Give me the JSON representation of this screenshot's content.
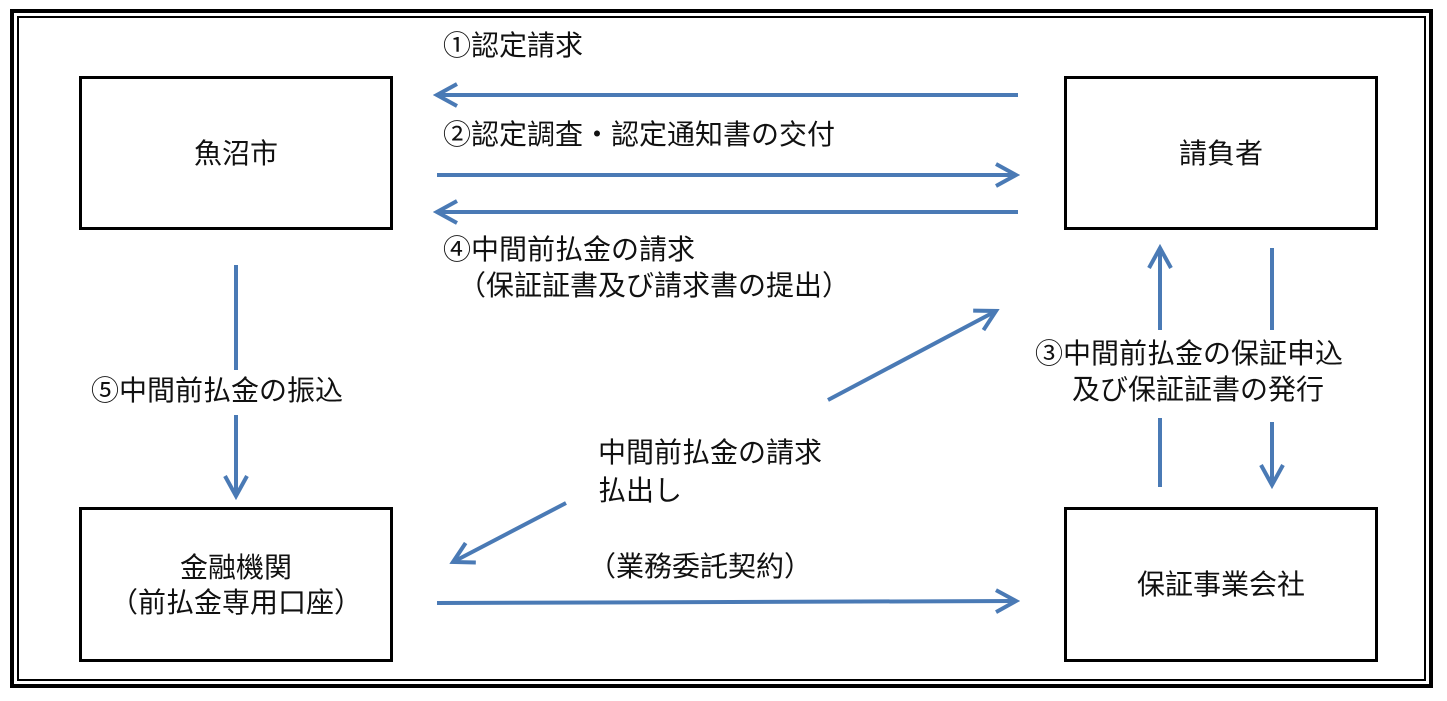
{
  "nodes": {
    "city": "魚沼市",
    "contractor": "請負者",
    "bank_line1": "金融機関",
    "bank_line2": "（前払金専用口座）",
    "guarantor": "保証事業会社"
  },
  "labels": {
    "step1": "①認定請求",
    "step2": "②認定調査・認定通知書の交付",
    "step4_line1": "④中間前払金の請求",
    "step4_line2": "（保証証書及び請求書の提出）",
    "step3_line1": "③中間前払金の保証申込",
    "step3_line2": "及び保証証書の発行",
    "step5": "⑤中間前払金の振込",
    "withdraw_line1": "中間前払金の請求",
    "withdraw_line2": "払出し",
    "contract": "（業務委託契約）"
  },
  "colors": {
    "arrow": "#4a7ab5",
    "border": "#000000"
  }
}
